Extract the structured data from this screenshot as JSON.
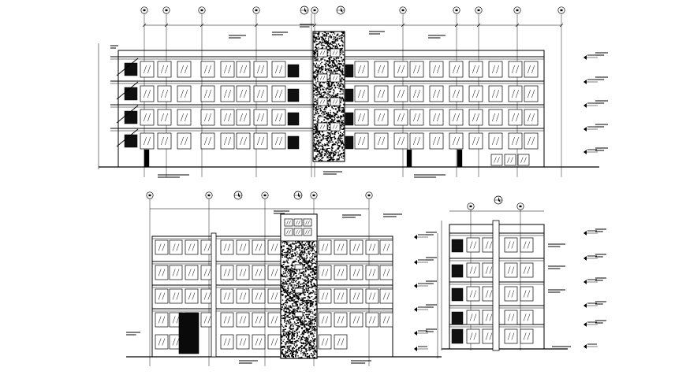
{
  "sheet": {
    "background": "#ffffff",
    "ink": "#000000"
  },
  "elevations": [
    {
      "id": "front-elevation",
      "floors": 4,
      "bays": 13
    },
    {
      "id": "side-elevation-left",
      "floors": 4,
      "bays": 8
    },
    {
      "id": "side-elevation-right",
      "floors": 4,
      "bays": 4
    }
  ],
  "icons": {
    "grid_bubble": "grid-bubble-icon",
    "north_arrow": "north-arrow-icon",
    "level_marker": "level-marker-icon"
  }
}
